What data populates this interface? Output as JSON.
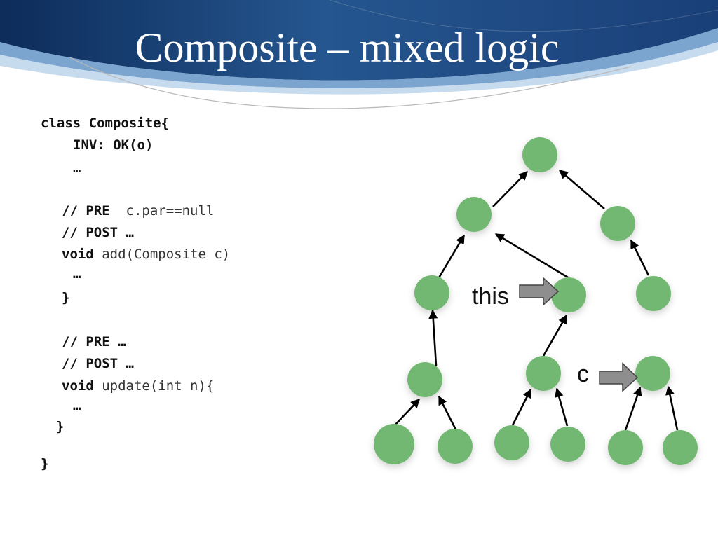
{
  "slide": {
    "title": "Composite – mixed logic"
  },
  "code": {
    "line1": "class Composite{",
    "line2": "INV: OK(o)",
    "line3": "…",
    "pre1_kw": "// PRE",
    "pre1_expr": "c.par==null",
    "post1": "// POST …",
    "add_kw": "void",
    "add_sig": "add(Composite c)",
    "add_body": "…",
    "add_close": "}",
    "pre2": "// PRE …",
    "post2": "// POST …",
    "update_kw": "void",
    "update_sig": "update(int n){",
    "update_body": "…",
    "update_close": "}",
    "class_close": "}"
  },
  "diagram": {
    "this_label": "this",
    "c_label": "c",
    "node_color": "#72b872"
  }
}
